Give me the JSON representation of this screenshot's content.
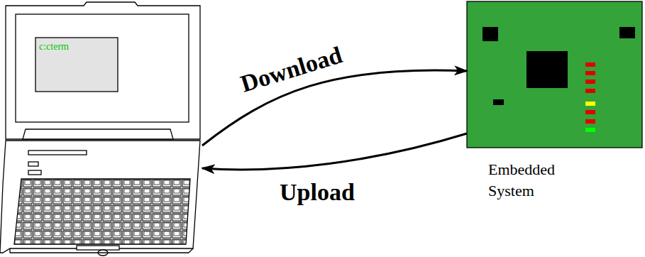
{
  "diagram": {
    "nodes": [
      {
        "text": [
          "c:cterm"
        ]
      },
      {
        "text": [
          "Embedded System"
        ]
      }
    ],
    "edges": [
      {
        "from": 0,
        "to": 1,
        "label": "Download",
        "arrow": "to"
      },
      {
        "from": 1,
        "to": 0,
        "label": "Upload",
        "arrow": "to"
      }
    ]
  }
}
